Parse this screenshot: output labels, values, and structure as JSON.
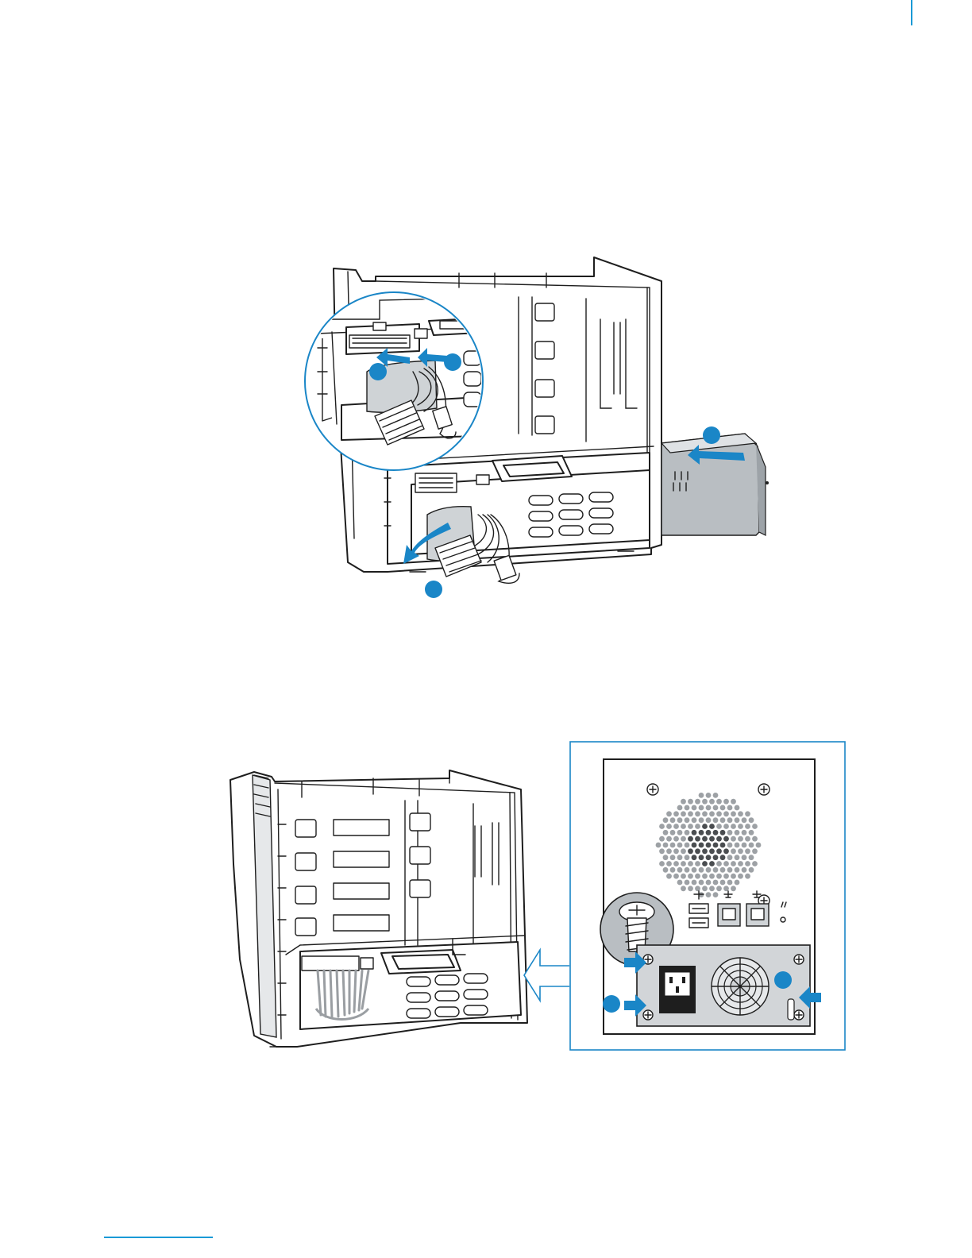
{
  "page": {
    "accent_color": "#1a86c7",
    "rule_color": "#1a9ad6"
  },
  "figures": [
    {
      "id": "psu-cable-disconnect",
      "callout_circle_count": 4,
      "icons": [
        "zoom-callout-icon",
        "arrow-icon",
        "power-connector-icon",
        "power-supply-icon"
      ]
    },
    {
      "id": "psu-rear-screws",
      "callout_circle_count": 2,
      "icons": [
        "fan-grille-icon",
        "screw-icon",
        "usb-icon",
        "network-icon",
        "ac-inlet-icon",
        "arrow-icon"
      ]
    }
  ]
}
